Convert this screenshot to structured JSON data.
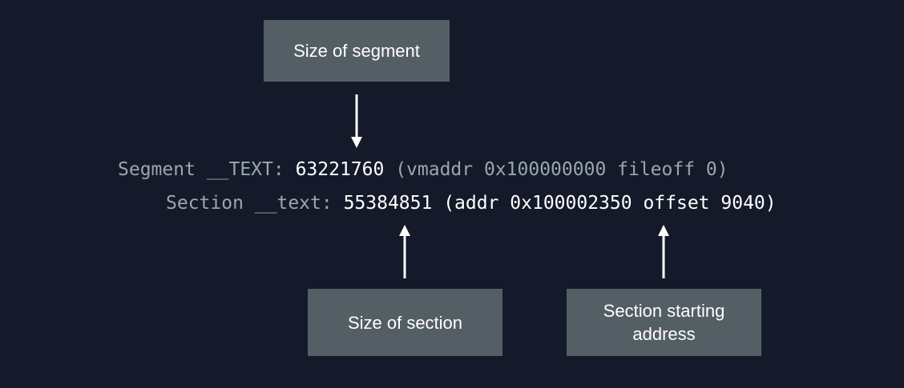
{
  "labels": {
    "size_of_segment": "Size of segment",
    "size_of_section": "Size of section",
    "section_starting_address": "Section starting address"
  },
  "segment_line": {
    "prefix": "Segment __TEXT: ",
    "size": "63221760",
    "suffix": " (vmaddr 0x100000000 fileoff 0)"
  },
  "section_line": {
    "prefix": "Section __text: ",
    "size": "55384851",
    "details": " (addr 0x100002350 offset 9040)"
  },
  "colors": {
    "background": "#141a2a",
    "box": "#545e65",
    "dim_text": "#9aa6b0",
    "bright_text": "#ffffff"
  }
}
